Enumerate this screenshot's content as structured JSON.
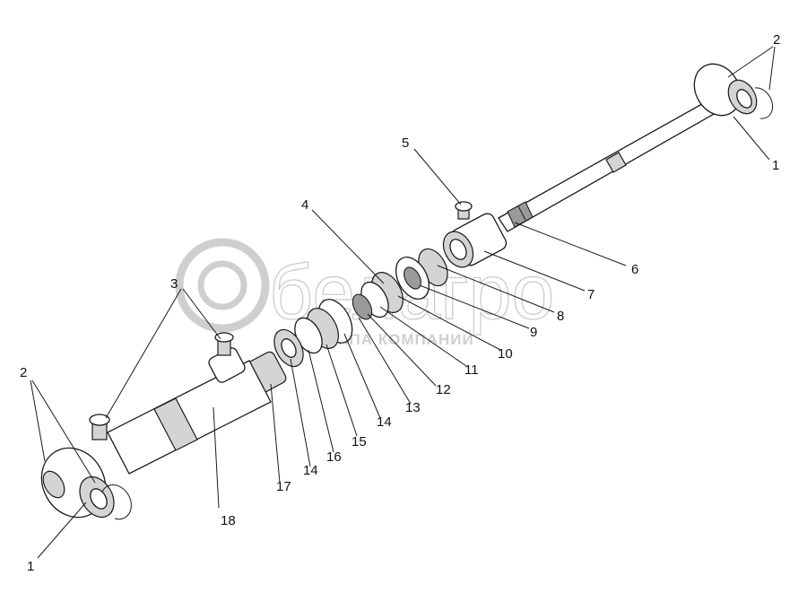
{
  "watermark": {
    "title": "белагро",
    "subtitle": "ГРУППА КОМПАНИЙ"
  },
  "callouts": [
    {
      "id": "c2-right",
      "label": "2"
    },
    {
      "id": "c1-right",
      "label": "1"
    },
    {
      "id": "c5",
      "label": "5"
    },
    {
      "id": "c6",
      "label": "6"
    },
    {
      "id": "c4",
      "label": "4"
    },
    {
      "id": "c7",
      "label": "7"
    },
    {
      "id": "c8",
      "label": "8"
    },
    {
      "id": "c9",
      "label": "9"
    },
    {
      "id": "c10",
      "label": "10"
    },
    {
      "id": "c11",
      "label": "11"
    },
    {
      "id": "c12",
      "label": "12"
    },
    {
      "id": "c13",
      "label": "13"
    },
    {
      "id": "c14a",
      "label": "14"
    },
    {
      "id": "c15",
      "label": "15"
    },
    {
      "id": "c16",
      "label": "16"
    },
    {
      "id": "c14b",
      "label": "14"
    },
    {
      "id": "c17",
      "label": "17"
    },
    {
      "id": "c3",
      "label": "3"
    },
    {
      "id": "c2-left",
      "label": "2"
    },
    {
      "id": "c18",
      "label": "18"
    },
    {
      "id": "c1-left",
      "label": "1"
    }
  ]
}
